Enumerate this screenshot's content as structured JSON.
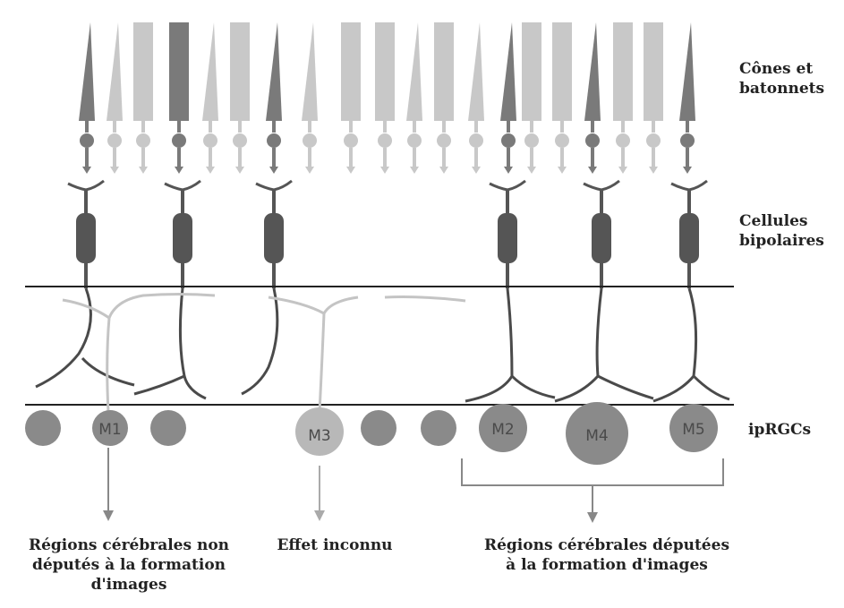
{
  "labels": {
    "cones_rods_line1": "Cônes et",
    "cones_rods_line2": "batonnets",
    "bipolar_line1": "Cellules",
    "bipolar_line2": "bipolaires",
    "iprgc": "ipRGCs"
  },
  "cells": {
    "m1": "M1",
    "m2": "M2",
    "m3": "M3",
    "m4": "M4",
    "m5": "M5"
  },
  "outputs": {
    "non_image_line1": "Régions cérébrales non",
    "non_image_line2": "députés à la formation",
    "non_image_line3": "d'images",
    "unknown": "Effet inconnu",
    "image_line1": "Régions cérébrales députées",
    "image_line2": "à la formation d'images"
  },
  "colors": {
    "cone_dark": "#7a7a7a",
    "cone_light": "#c8c8c8",
    "bipolar": "#555555",
    "ipRGC_dark": "#8a8a8a",
    "ipRGC_light": "#b8b8b8",
    "line": "#222222"
  }
}
